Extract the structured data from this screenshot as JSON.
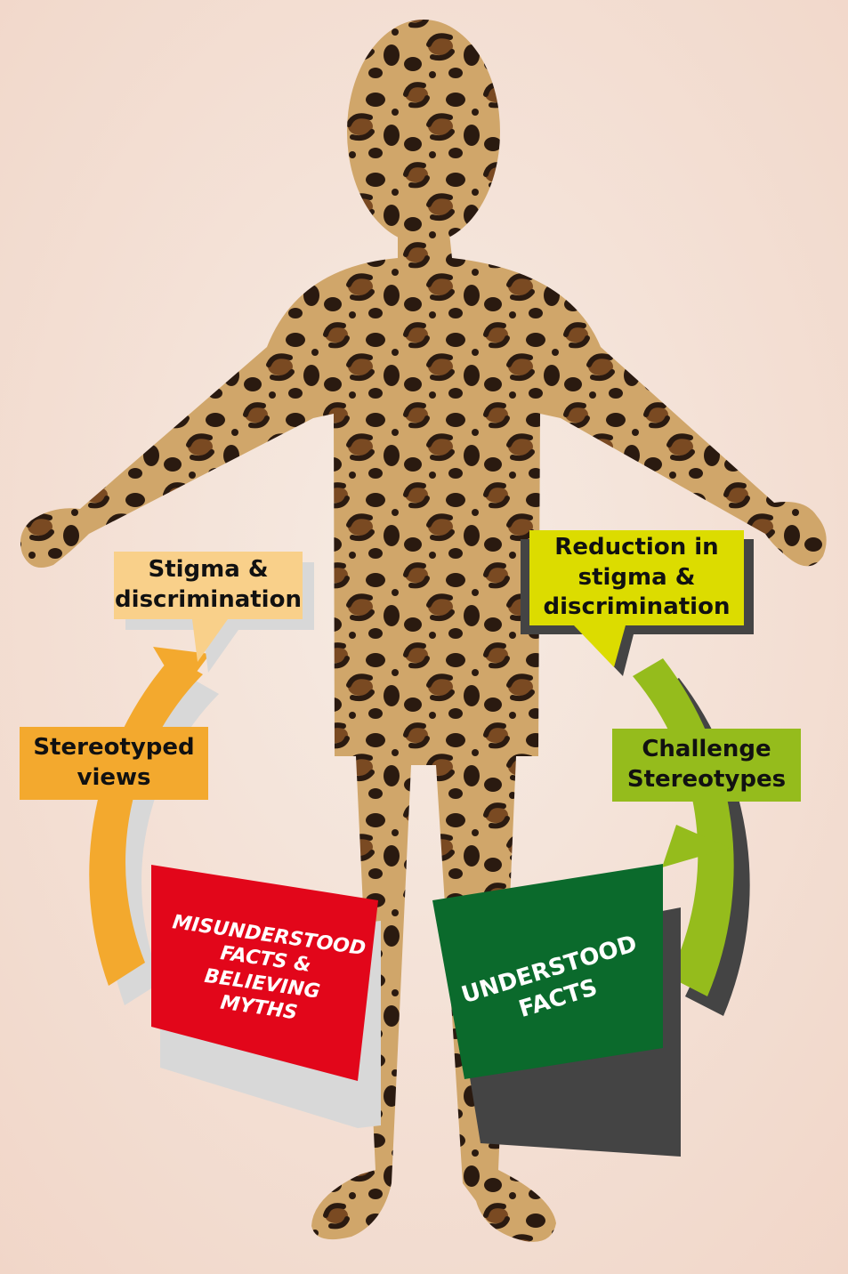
{
  "diagram": {
    "left_cycle": {
      "top": "Stigma &\ndiscrimination",
      "side": "Stereotyped\nviews",
      "bottom": "MISUNDERSTOOD\nFACTS &\nBELIEVING\nMYTHS"
    },
    "right_cycle": {
      "top": "Reduction in\nstigma &\ndiscrimination",
      "side": "Challenge\nStereotypes",
      "bottom": "UNDERSTOOD\nFACTS"
    }
  },
  "colors": {
    "background_light": "#f6ebe3",
    "background_warm": "#f1d6c8",
    "stigma_box": "#f9d08a",
    "stereotyped_arc": "#f3a92e",
    "misunderstood_box": "#e2061a",
    "reduction_box": "#dcdc00",
    "challenge_arc": "#95bc1c",
    "understood_box": "#0b6a2c",
    "shadow": "#444444",
    "shadow_light": "#d8d8d8",
    "leopard_base": "#c89a5c",
    "leopard_spot": "#2a1a10",
    "leopard_rosette": "#7a4a22"
  }
}
